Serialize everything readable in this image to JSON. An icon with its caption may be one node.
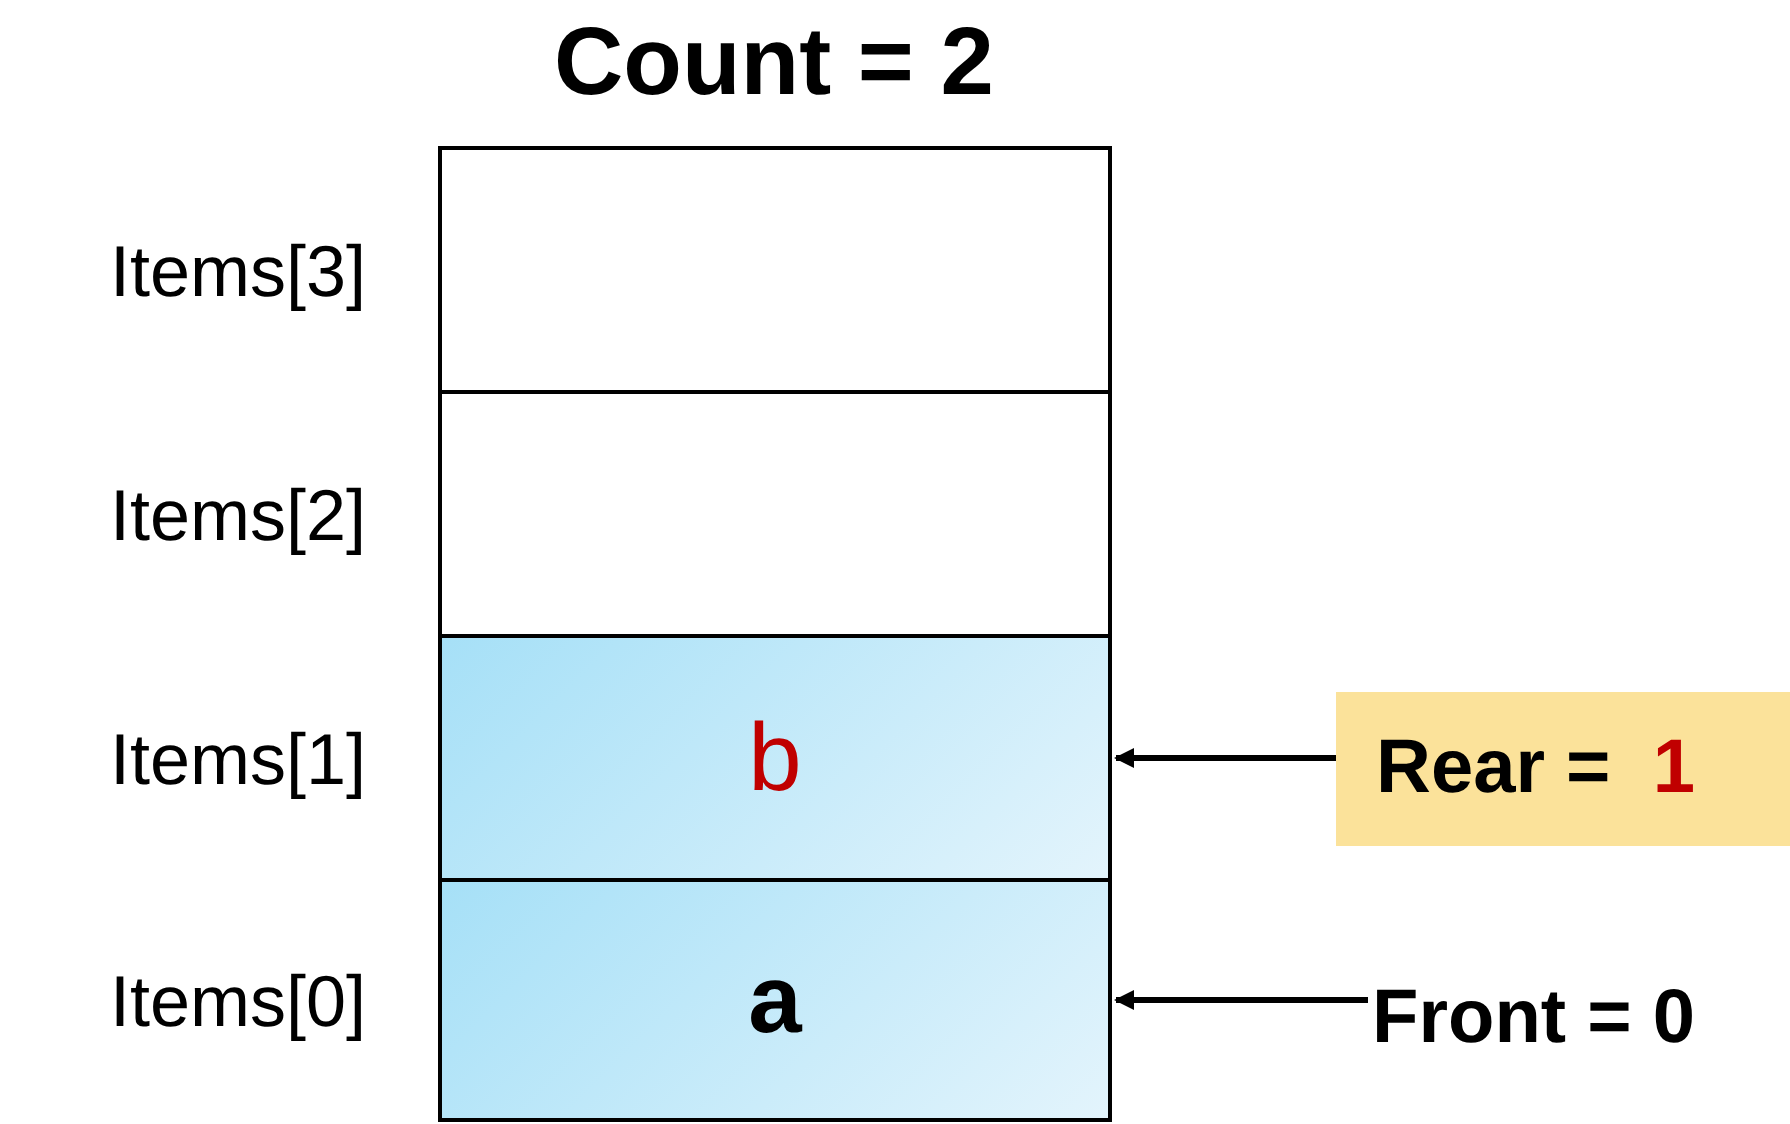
{
  "diagram": {
    "title": "Count = 2",
    "nodes": [
      {
        "text": [],
        "shape": "box",
        "beside": [
          "Items[3]"
        ]
      },
      {
        "text": [],
        "shape": "box",
        "beside": [
          "Items[2]"
        ]
      },
      {
        "text": [
          "b"
        ],
        "beside": [
          "Items[1]"
        ]
      },
      {
        "text": [
          "a"
        ],
        "beside": [
          "Items[0]"
        ]
      },
      {
        "text": [
          "Rear = 1"
        ]
      },
      {
        "text": [
          "Front = 0"
        ]
      }
    ],
    "edges": [
      {
        "from": 4,
        "to": 2,
        "arrow": "to"
      },
      {
        "from": 5,
        "to": 3,
        "arrow": "to"
      }
    ]
  }
}
